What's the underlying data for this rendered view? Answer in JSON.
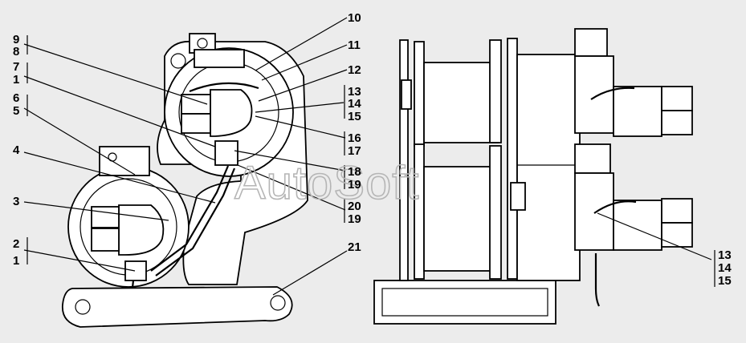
{
  "watermark": "AutoSoft",
  "callouts": {
    "c9": "9",
    "c8": "8",
    "c7": "7",
    "c1a": "1",
    "c6": "6",
    "c5": "5",
    "c4": "4",
    "c3": "3",
    "c2": "2",
    "c1b": "1",
    "c10": "10",
    "c11": "11",
    "c12": "12",
    "c13a": "13",
    "c14a": "14",
    "c15a": "15",
    "c16": "16",
    "c17": "17",
    "c18": "18",
    "c19a": "19",
    "c20": "20",
    "c19b": "19",
    "c21": "21",
    "c13b": "13",
    "c14b": "14",
    "c15b": "15"
  }
}
